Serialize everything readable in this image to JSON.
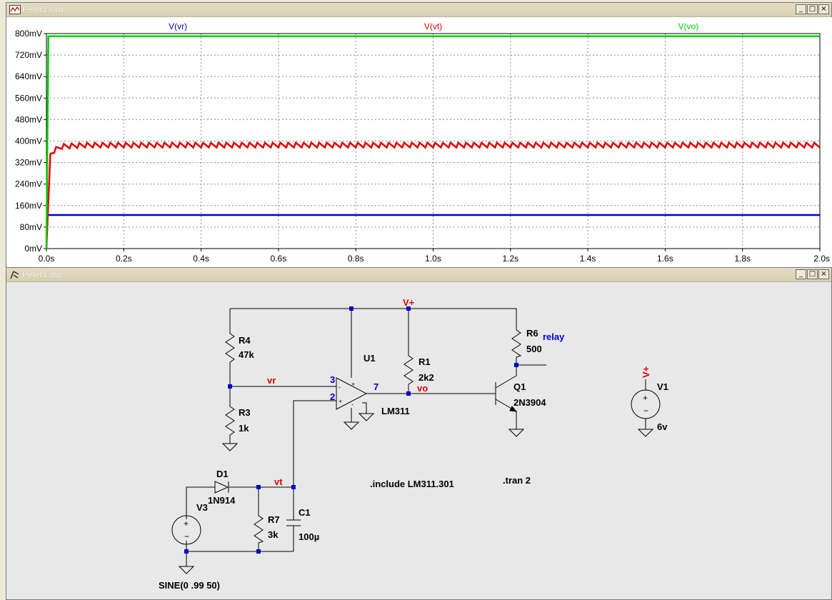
{
  "waveform_window": {
    "title": "Peter1.raw",
    "controls": [
      "_",
      "□",
      "×"
    ],
    "traces": [
      {
        "name": "V(vr)",
        "color": "#0000c0"
      },
      {
        "name": "V(vt)",
        "color": "#e00000"
      },
      {
        "name": "V(vo)",
        "color": "#00cc00"
      }
    ],
    "y_ticks": [
      "800mV",
      "720mV",
      "640mV",
      "560mV",
      "480mV",
      "400mV",
      "320mV",
      "240mV",
      "160mV",
      "80mV",
      "0mV"
    ],
    "x_ticks": [
      "0.0s",
      "0.2s",
      "0.4s",
      "0.6s",
      "0.8s",
      "1.0s",
      "1.2s",
      "1.4s",
      "1.6s",
      "1.8s",
      "2.0s"
    ]
  },
  "chart_data": {
    "type": "line",
    "title": "",
    "xlabel": "",
    "ylabel": "",
    "xlim": [
      0,
      2.0
    ],
    "ylim": [
      0,
      800
    ],
    "x_unit": "s",
    "y_unit": "mV",
    "grid": true,
    "legend": "top",
    "series": [
      {
        "name": "V(vr)",
        "color": "#0000c0",
        "x": [
          0,
          2.0
        ],
        "values": [
          125,
          125
        ]
      },
      {
        "name": "V(vt)",
        "color": "#e00000",
        "x": [
          0,
          0.01,
          0.02,
          0.04,
          0.1,
          2.0
        ],
        "values": [
          0,
          350,
          365,
          380,
          385,
          385
        ],
        "ripple_mV": 18,
        "ripple_freq_hz": 50
      },
      {
        "name": "V(vo)",
        "color": "#00cc00",
        "x": [
          0,
          0.005,
          2.0
        ],
        "values": [
          0,
          790,
          790
        ]
      }
    ]
  },
  "schematic_window": {
    "title": "Peter1.asc",
    "controls": [
      "_",
      "□",
      "×"
    ],
    "labels": {
      "vplus_top": "V+",
      "r4": "R4",
      "r4_val": "47k",
      "r3": "R3",
      "r3_val": "1k",
      "u1": "U1",
      "u1_part": "LM311",
      "pin3": "3",
      "pin2": "2",
      "pin7": "7",
      "r1": "R1",
      "r1_val": "2k2",
      "r6": "R6",
      "r6_val": "500",
      "relay": "relay",
      "q1": "Q1",
      "q1_part": "2N3904",
      "net_vr": "vr",
      "net_vo": "vo",
      "net_vt": "vt",
      "d1": "D1",
      "d1_part": "1N914",
      "v3": "V3",
      "v3_spec": "SINE(0 .99 50)",
      "r7": "R7",
      "r7_val": "3k",
      "c1": "C1",
      "c1_val": "100µ",
      "v1": "V1",
      "v1_val": "6v",
      "v1_net": "V+",
      "include": ".include LM311.301",
      "tran": ".tran 2"
    }
  }
}
